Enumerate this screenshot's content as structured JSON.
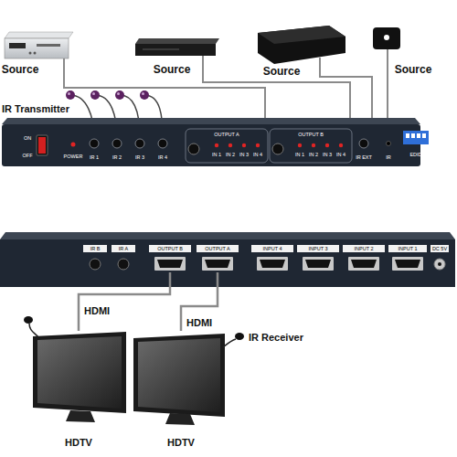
{
  "diagram": {
    "nodes": [
      {
        "text": [
          "IR B"
        ]
      },
      {
        "text": [
          "IR A"
        ]
      },
      {
        "text": [
          "OUTPUT B"
        ]
      },
      {
        "text": [
          "OUTPUT A"
        ]
      },
      {
        "text": [
          "INPUT 4"
        ]
      },
      {
        "text": [
          "INPUT 3"
        ]
      },
      {
        "text": [
          "INPUT 2"
        ]
      },
      {
        "text": [
          "INPUT 1"
        ]
      },
      {
        "text": [
          "DC 5V"
        ]
      },
      {
        "text": [
          "HDTV"
        ]
      },
      {
        "text": [
          "HDTV"
        ]
      }
    ],
    "edges": [
      {
        "from": 2,
        "to": 9,
        "arrow": "none",
        "label": "HDMI"
      },
      {
        "from": 3,
        "to": 10,
        "arrow": "none",
        "label": "HDMI"
      }
    ],
    "labels": [
      "Source",
      "Source",
      "Source",
      "Source",
      "IR Transmitter",
      "ON",
      "OFF",
      "POWER",
      "IR 1",
      "IR 2",
      "IR 3",
      "IR 4",
      "OUTPUT A",
      "IN 1",
      "IN 2",
      "IN 3",
      "IN 4",
      "OUTPUT B",
      "IN 1",
      "IN 2",
      "IN 3",
      "IN 4",
      "IR EXT",
      "IR",
      "EDID",
      "IR Receiver"
    ]
  }
}
